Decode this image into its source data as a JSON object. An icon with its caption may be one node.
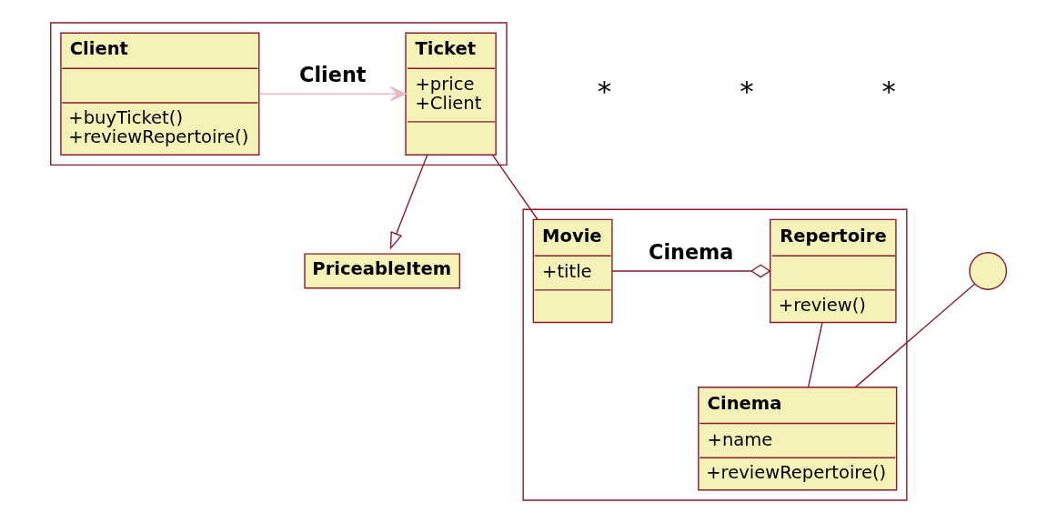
{
  "diagram": {
    "nodes": [
      {
        "text": [],
        "shape": "box"
      },
      {
        "text": [
          "Client",
          "+buyTicket()",
          "+reviewRepertoire()"
        ],
        "in": 0
      },
      {
        "text": [
          "Ticket",
          "+price",
          "+Client"
        ],
        "in": 0
      },
      {
        "text": [
          "PriceableItem"
        ]
      },
      {
        "text": [],
        "shape": "box"
      },
      {
        "text": [
          "Repertoire",
          "+review()"
        ],
        "in": 4
      },
      {
        "text": [
          "Movie",
          "+title"
        ],
        "in": 4
      },
      {
        "text": [
          "Cinema",
          "+name",
          "+reviewRepertoire()"
        ],
        "in": 4
      },
      {
        "text": [],
        "shape": "circle"
      }
    ],
    "edges": [
      {
        "from": 1,
        "to": 2,
        "arrow": "to",
        "label": "Client",
        "color": "#e6b8c0"
      },
      {
        "from": 2,
        "to": 3,
        "arrow": "to"
      },
      {
        "from": 2,
        "to": 6,
        "arrow": "none"
      },
      {
        "from": 6,
        "to": 5,
        "arrow": "other",
        "label": "Cinema"
      },
      {
        "from": 5,
        "to": 7,
        "arrow": "none"
      },
      {
        "from": 8,
        "to": 7,
        "arrow": "none"
      }
    ],
    "labels": [
      "*",
      "*",
      "*"
    ]
  }
}
